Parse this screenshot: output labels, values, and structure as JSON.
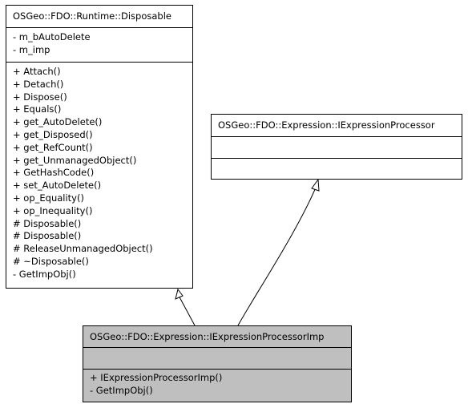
{
  "classes": {
    "disposable": {
      "name": "OSGeo::FDO::Runtime::Disposable",
      "attributes": [
        "- m_bAutoDelete",
        "- m_imp"
      ],
      "operations": [
        "+ Attach()",
        "+ Detach()",
        "+ Dispose()",
        "+ Equals()",
        "+ get_AutoDelete()",
        "+ get_Disposed()",
        "+ get_RefCount()",
        "+ get_UnmanagedObject()",
        "+ GetHashCode()",
        "+ set_AutoDelete()",
        "+ op_Equality()",
        "+ op_Inequality()",
        "# Disposable()",
        "# Disposable()",
        "# ReleaseUnmanagedObject()",
        "# ~Disposable()",
        "- GetImpObj()"
      ]
    },
    "iprocessor": {
      "name": "OSGeo::FDO::Expression::IExpressionProcessor",
      "attributes": [],
      "operations": []
    },
    "iprocessorimp": {
      "name": "OSGeo::FDO::Expression::IExpressionProcessorImp",
      "attributes": [],
      "operations": [
        "+ IExpressionProcessorImp()",
        "- GetImpObj()"
      ]
    }
  },
  "relations": [
    {
      "from": "iprocessorimp",
      "to": "disposable",
      "type": "inheritance"
    },
    {
      "from": "iprocessorimp",
      "to": "iprocessor",
      "type": "inheritance"
    }
  ],
  "colors": {
    "highlight_fill": "#bfbfbf",
    "box_fill": "#ffffff",
    "stroke": "#000000",
    "connector": "#000000"
  }
}
